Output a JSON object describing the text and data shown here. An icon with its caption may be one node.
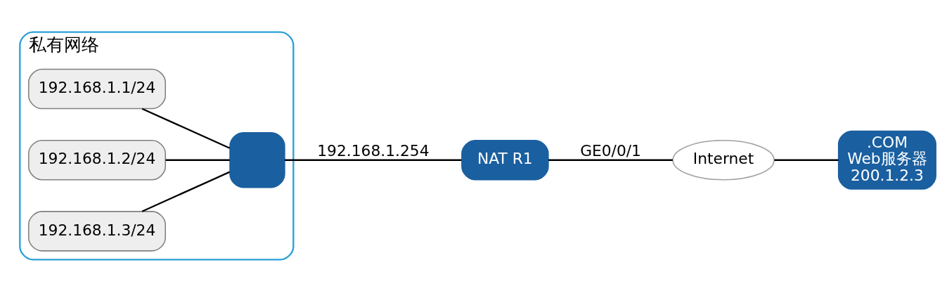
{
  "diagram": {
    "nodes": [
      {
        "text": [
          "私有网络"
        ]
      },
      {
        "text": [
          "192.168.1.1/24"
        ],
        "in": 0
      },
      {
        "text": [
          "192.168.1.2/24"
        ],
        "in": 0
      },
      {
        "text": [
          "192.168.1.3/24"
        ],
        "in": 0
      },
      {
        "text": [],
        "shape": "box",
        "in": 0
      },
      {
        "text": [
          "NAT R1"
        ]
      },
      {
        "text": [
          "Internet"
        ]
      },
      {
        "text": [
          ".COM",
          "Web服务器",
          "200.1.2.3"
        ]
      }
    ],
    "edges": [
      {
        "from": 1,
        "to": 4,
        "arrow": "none"
      },
      {
        "from": 2,
        "to": 4,
        "arrow": "none"
      },
      {
        "from": 3,
        "to": 4,
        "arrow": "none"
      },
      {
        "from": 4,
        "to": 5,
        "arrow": "none",
        "label": "192.168.1.254"
      },
      {
        "from": 5,
        "to": 6,
        "arrow": "none",
        "label": "GE0/0/1"
      },
      {
        "from": 6,
        "to": 7,
        "arrow": "none"
      }
    ]
  }
}
